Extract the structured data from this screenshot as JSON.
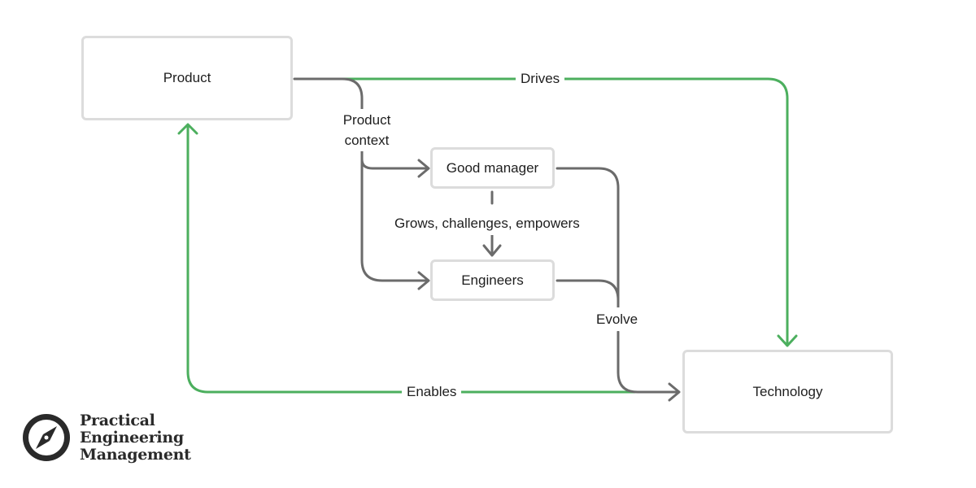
{
  "colors": {
    "green_flow": "#4caf5e",
    "gray_flow": "#6b6b6b",
    "box_border": "#dcdcdc",
    "text": "#1e1e1e",
    "logo": "#2a2a2a"
  },
  "nodes": {
    "product": "Product",
    "technology": "Technology",
    "good_manager": "Good manager",
    "engineers": "Engineers"
  },
  "edge_labels": {
    "drives": "Drives",
    "enables": "Enables",
    "product_context": "Product context",
    "grows": "Grows, challenges, empowers",
    "evolve": "Evolve"
  },
  "brand": {
    "line1": "Practical",
    "line2": "Engineering",
    "line3": "Management",
    "logo_icon": "compass-icon"
  }
}
